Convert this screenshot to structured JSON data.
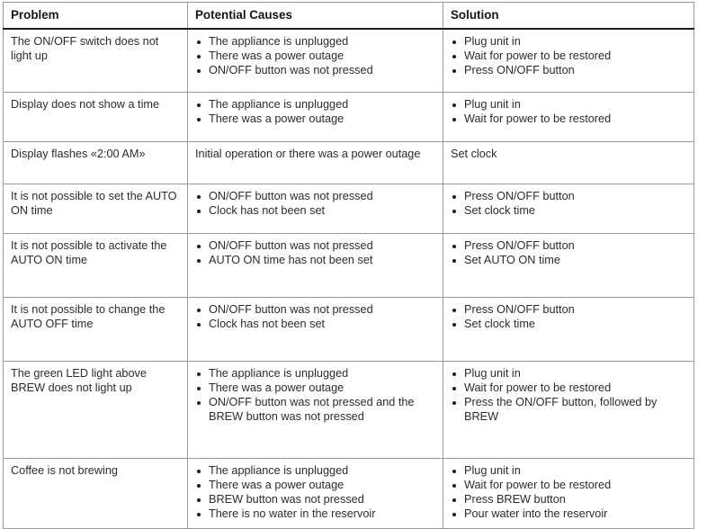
{
  "table": {
    "headers": [
      {
        "label": "Problem",
        "name": "column-header-problem"
      },
      {
        "label": "Potential Causes",
        "name": "column-header-potential-causes"
      },
      {
        "label": "Solution",
        "name": "column-header-solution"
      }
    ],
    "rows": [
      {
        "id": "r1",
        "problem": "The ON/OFF switch does not light up",
        "causes_type": "list",
        "causes": [
          "The appliance is unplugged",
          "There was a power outage",
          "ON/OFF button was not pressed"
        ],
        "solution_type": "list",
        "solutions": [
          "Plug unit in",
          "Wait for power to be restored",
          "Press ON/OFF button"
        ]
      },
      {
        "id": "r2",
        "problem": "Display does not show a time",
        "causes_type": "list",
        "causes": [
          "The appliance is unplugged",
          "There was a power outage"
        ],
        "solution_type": "list",
        "solutions": [
          "Plug unit in",
          "Wait for power to be restored"
        ]
      },
      {
        "id": "r3",
        "problem": "Display flashes «2:00 AM»",
        "causes_type": "text",
        "causes_text": "Initial operation or there was a power outage",
        "solution_type": "text",
        "solution_text": "Set clock"
      },
      {
        "id": "r4",
        "problem": "It is not possible to set the AUTO ON time",
        "causes_type": "list",
        "causes": [
          "ON/OFF button was not pressed",
          "Clock has not been set"
        ],
        "solution_type": "list",
        "solutions": [
          "Press ON/OFF button",
          "Set clock time"
        ]
      },
      {
        "id": "r5",
        "problem": "It is not possible to activate the AUTO ON time",
        "causes_type": "list",
        "causes": [
          "ON/OFF button was not pressed",
          "AUTO ON time has not been set"
        ],
        "solution_type": "list",
        "solutions": [
          "Press ON/OFF button",
          "Set AUTO ON time"
        ]
      },
      {
        "id": "r6",
        "problem": "It is not possible to change the AUTO OFF time",
        "causes_type": "list",
        "causes": [
          "ON/OFF button was not pressed",
          "Clock has not been set"
        ],
        "solution_type": "list",
        "solutions": [
          "Press ON/OFF button",
          "Set clock time"
        ]
      },
      {
        "id": "r7",
        "problem": "The green LED light above BREW does not light up",
        "causes_type": "list",
        "causes": [
          "The appliance is unplugged",
          "There was a power outage",
          "ON/OFF button was not pressed and the BREW button was not pressed"
        ],
        "solution_type": "list",
        "solutions": [
          "Plug unit in",
          "Wait for power to be restored",
          "Press the ON/OFF button, followed by BREW"
        ]
      },
      {
        "id": "r8",
        "problem": "Coffee is not brewing",
        "causes_type": "list",
        "causes": [
          "The appliance is unplugged",
          "There was a power outage",
          "BREW button was not pressed",
          "There is no water in the reservoir"
        ],
        "solution_type": "list",
        "solutions": [
          "Plug unit in",
          "Wait for power to be restored",
          "Press BREW button",
          "Pour water into the reservoir"
        ]
      }
    ]
  },
  "style": {
    "text_color": "#2c2c2c",
    "border_color": "#9a9a9a",
    "header_rule_color": "#1d1d1d",
    "background": "#ffffff"
  }
}
